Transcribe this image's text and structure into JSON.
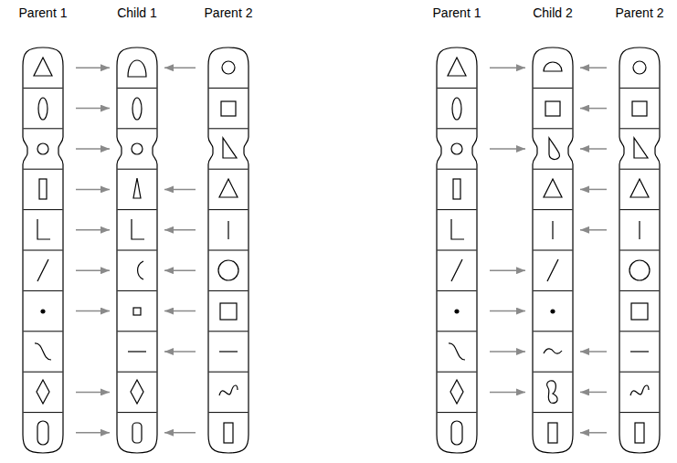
{
  "diagram": {
    "nodes": [
      {
        "text": [
          "Parent 1"
        ]
      },
      {
        "text": [
          "Child 1"
        ]
      },
      {
        "text": [
          "Parent 2"
        ]
      },
      {
        "text": [
          "Parent 1"
        ]
      },
      {
        "text": [
          "Child 2"
        ]
      },
      {
        "text": [
          "Parent 2"
        ]
      }
    ],
    "edges": [
      {
        "from": 0,
        "to": 1,
        "arrow": "to"
      },
      {
        "from": 2,
        "to": 1,
        "arrow": "to"
      },
      {
        "from": 0,
        "to": 1,
        "arrow": "to"
      },
      {
        "from": 0,
        "to": 1,
        "arrow": "to"
      },
      {
        "from": 0,
        "to": 1,
        "arrow": "to"
      },
      {
        "from": 2,
        "to": 1,
        "arrow": "to"
      },
      {
        "from": 0,
        "to": 1,
        "arrow": "to"
      },
      {
        "from": 2,
        "to": 1,
        "arrow": "to"
      },
      {
        "from": 0,
        "to": 1,
        "arrow": "to"
      },
      {
        "from": 2,
        "to": 1,
        "arrow": "to"
      },
      {
        "from": 0,
        "to": 1,
        "arrow": "to"
      },
      {
        "from": 2,
        "to": 1,
        "arrow": "to"
      },
      {
        "from": 2,
        "to": 1,
        "arrow": "to"
      },
      {
        "from": 0,
        "to": 1,
        "arrow": "to"
      },
      {
        "from": 0,
        "to": 1,
        "arrow": "to"
      },
      {
        "from": 2,
        "to": 1,
        "arrow": "to"
      },
      {
        "from": 3,
        "to": 4,
        "arrow": "to"
      },
      {
        "from": 5,
        "to": 4,
        "arrow": "to"
      },
      {
        "from": 5,
        "to": 4,
        "arrow": "to"
      },
      {
        "from": 3,
        "to": 4,
        "arrow": "to"
      },
      {
        "from": 5,
        "to": 4,
        "arrow": "to"
      },
      {
        "from": 5,
        "to": 4,
        "arrow": "to"
      },
      {
        "from": 5,
        "to": 4,
        "arrow": "to"
      },
      {
        "from": 3,
        "to": 4,
        "arrow": "to"
      },
      {
        "from": 3,
        "to": 4,
        "arrow": "to"
      },
      {
        "from": 3,
        "to": 4,
        "arrow": "to"
      },
      {
        "from": 5,
        "to": 4,
        "arrow": "to"
      },
      {
        "from": 3,
        "to": 4,
        "arrow": "to"
      },
      {
        "from": 5,
        "to": 4,
        "arrow": "to"
      },
      {
        "from": 5,
        "to": 4,
        "arrow": "to"
      }
    ]
  }
}
